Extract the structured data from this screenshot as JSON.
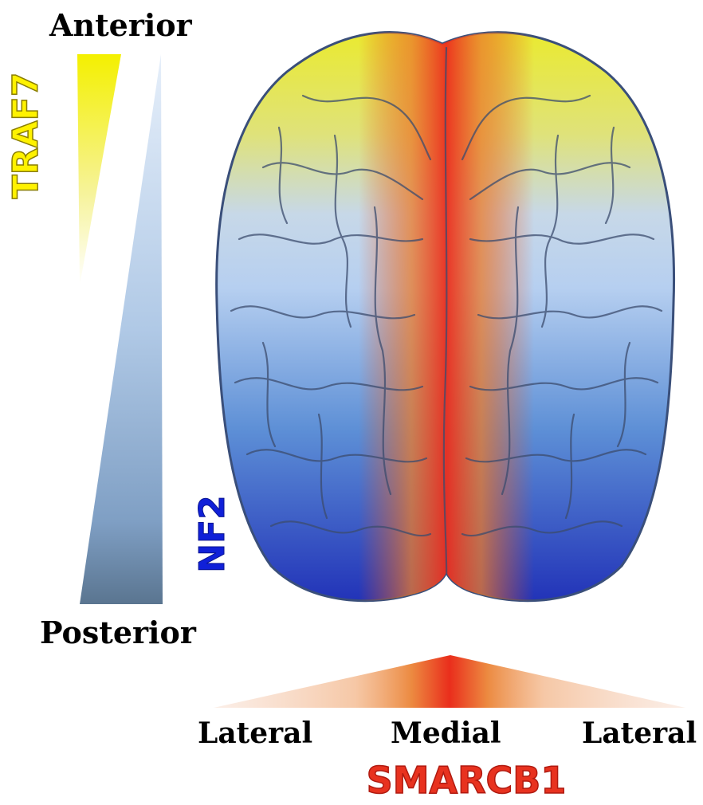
{
  "axes": {
    "anterior": "Anterior",
    "posterior": "Posterior",
    "lateral_left": "Lateral",
    "medial": "Medial",
    "lateral_right": "Lateral"
  },
  "genes": {
    "traf7": "TRAF7",
    "nf2": "NF2",
    "smarcb1": "SMARCB1"
  },
  "colors": {
    "traf7": "#fff200",
    "nf2": "#1020d8",
    "smarcb1": "#e8321f",
    "brain_top": "#e8e83a",
    "brain_mid": "#b9d3f0",
    "brain_bottom": "#2c3cc0"
  }
}
